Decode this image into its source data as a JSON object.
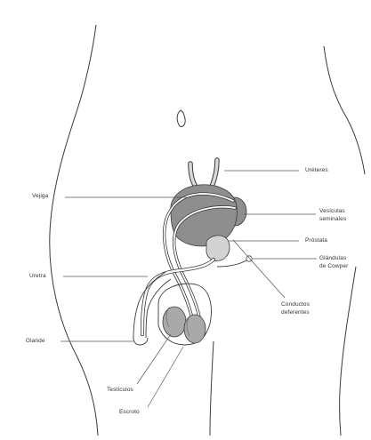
{
  "colors": {
    "outline": "#3a3a3a",
    "organ_dark": "#8e8e8e",
    "organ_mid": "#a9a9a9",
    "organ_light": "#d3d3d3",
    "leader": "#555555",
    "text": "#333333"
  },
  "labels": {
    "ureteres": "Uréteres",
    "vejiga": "Vejiga",
    "vesiculas_line1": "Vesículas",
    "vesiculas_line2": "seminales",
    "prostata": "Próstata",
    "glandulas_line1": "Glándulas",
    "glandulas_line2": "de Cowper",
    "uretra": "Uretra",
    "conductos_line1": "Conductos",
    "conductos_line2": "deferentes",
    "glande": "Glande",
    "testiculos": "Testículos",
    "escroto": "Escroto"
  }
}
